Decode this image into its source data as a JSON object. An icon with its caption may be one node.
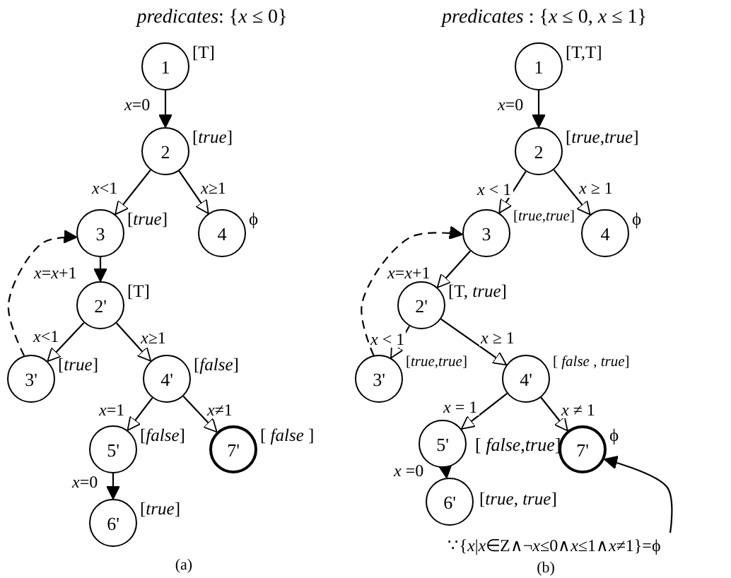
{
  "diagram": {
    "nodes": [
      {
        "text": [
          "1"
        ],
        "beside": [
          "[T]"
        ]
      },
      {
        "text": [
          "2"
        ],
        "beside": [
          "[*true*]"
        ]
      },
      {
        "text": [
          "3"
        ],
        "beside": [
          "[*true*]"
        ]
      },
      {
        "text": [
          "4"
        ],
        "beside": [
          "ϕ"
        ]
      },
      {
        "text": [
          "2'"
        ],
        "beside": [
          "[T]"
        ]
      },
      {
        "text": [
          "3'"
        ],
        "beside": [
          "[*true*]"
        ]
      },
      {
        "text": [
          "4'"
        ],
        "beside": [
          "[*false*]"
        ]
      },
      {
        "text": [
          "5'"
        ],
        "beside": [
          "[*false*]"
        ]
      },
      {
        "text": [
          "7'"
        ],
        "beside": [
          "[ *false* ]"
        ]
      },
      {
        "text": [
          "6'"
        ],
        "beside": [
          "[*true*]"
        ]
      },
      {
        "text": [
          "1"
        ],
        "beside": [
          "[T,T]"
        ]
      },
      {
        "text": [
          "2"
        ],
        "beside": [
          "[*true*,*true*]"
        ]
      },
      {
        "text": [
          "3"
        ],
        "beside": [
          "[*true*,*true*]"
        ]
      },
      {
        "text": [
          "4"
        ],
        "beside": [
          "ϕ"
        ]
      },
      {
        "text": [
          "2'"
        ],
        "beside": [
          "[T, *true*]"
        ]
      },
      {
        "text": [
          "3'"
        ],
        "beside": [
          "[*true*,*true*]"
        ]
      },
      {
        "text": [
          "4'"
        ],
        "beside": [
          "[ *false* , *true*]"
        ]
      },
      {
        "text": [
          "5'"
        ],
        "beside": [
          "[ *false*,*true*]"
        ]
      },
      {
        "text": [
          "7'"
        ],
        "beside": [
          "ϕ"
        ]
      },
      {
        "text": [
          "6'"
        ],
        "beside": [
          "[*true*, *true*]"
        ]
      },
      {
        "text": [
          "∵{*x*|*x*∈Z∧¬*x*≤0∧*x*≤1∧*x*≠1}=ϕ"
        ]
      }
    ],
    "edges": [
      {
        "from": 0,
        "to": 1,
        "arrow": "to",
        "label": "*x*=0"
      },
      {
        "from": 1,
        "to": 2,
        "arrow": "to",
        "label": "*x*<1"
      },
      {
        "from": 1,
        "to": 3,
        "arrow": "to",
        "label": "*x*≥1"
      },
      {
        "from": 2,
        "to": 4,
        "arrow": "to",
        "label": "*x*=*x*+1"
      },
      {
        "from": 4,
        "to": 5,
        "arrow": "to",
        "label": "*x*<1"
      },
      {
        "from": 4,
        "to": 6,
        "arrow": "to",
        "label": "*x*≥1"
      },
      {
        "from": 6,
        "to": 7,
        "arrow": "to",
        "label": "*x*=1"
      },
      {
        "from": 6,
        "to": 8,
        "arrow": "to",
        "label": "*x*≠1"
      },
      {
        "from": 7,
        "to": 9,
        "arrow": "to",
        "label": "*x*=0"
      },
      {
        "from": 5,
        "to": 2,
        "arrow": "to",
        "style": "dashed"
      },
      {
        "from": 10,
        "to": 11,
        "arrow": "to",
        "label": "*x*=0"
      },
      {
        "from": 11,
        "to": 12,
        "arrow": "to",
        "label": "*x* < 1"
      },
      {
        "from": 11,
        "to": 13,
        "arrow": "to",
        "label": "*x* ≥ 1"
      },
      {
        "from": 12,
        "to": 14,
        "arrow": "to",
        "label": "*x*=*x*+1"
      },
      {
        "from": 14,
        "to": 15,
        "arrow": "to",
        "label": "*x* < 1"
      },
      {
        "from": 14,
        "to": 16,
        "arrow": "to",
        "label": "*x* ≥ 1"
      },
      {
        "from": 16,
        "to": 17,
        "arrow": "to",
        "label": "*x* = 1"
      },
      {
        "from": 16,
        "to": 18,
        "arrow": "to",
        "label": "*x* ≠ 1"
      },
      {
        "from": 17,
        "to": 19,
        "arrow": "to",
        "label": "*x* =0"
      },
      {
        "from": 15,
        "to": 12,
        "arrow": "to",
        "style": "dashed"
      },
      {
        "from": 20,
        "to": 18,
        "arrow": "to"
      }
    ],
    "labels": [
      "*predicates*: {*x* ≤ 0}",
      "*predicates*   : {*x* ≤ 0, *x* ≤ 1}",
      "(a)",
      "(b)"
    ]
  }
}
